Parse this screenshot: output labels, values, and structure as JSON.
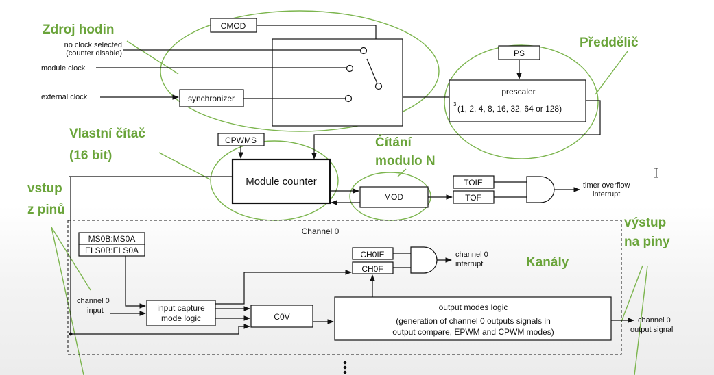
{
  "annotations": {
    "zdroj": "Zdroj hodin",
    "preddelic": "Předdělič",
    "vlastni_1": "Vlastní čítač",
    "vlastni_2": "(16 bit)",
    "citani_1": "Čítání",
    "citani_2": "modulo N",
    "vstup_1": "vstup",
    "vstup_2": "z pinů",
    "vystup_1": "výstup",
    "vystup_2": "na piny",
    "kanaly": "Kanály"
  },
  "clock_sources": {
    "no_clock_1": "no clock selected",
    "no_clock_2": "(counter disable)",
    "module_clock": "module clock",
    "external_clock": "external clock"
  },
  "blocks": {
    "cmod": "CMOD",
    "synchronizer": "synchronizer",
    "ps": "PS",
    "prescaler_title": "prescaler",
    "prescaler_sup": "3",
    "prescaler_values": "(1, 2, 4, 8, 16, 32, 64 or 128)",
    "cpwms": "CPWMS",
    "module_counter": "Module counter",
    "mod": "MOD",
    "toie": "TOIE",
    "tof": "TOF",
    "timer_overflow_1": "timer overflow",
    "timer_overflow_2": "interrupt"
  },
  "channel": {
    "title": "Channel 0",
    "ms": "MS0B:MS0A",
    "els": "ELS0B:ELS0A",
    "input_1": "channel 0",
    "input_2": "input",
    "capture_1": "input capture",
    "capture_2": "mode logic",
    "c0v": "C0V",
    "ch0ie": "CH0IE",
    "ch0f": "CH0F",
    "interrupt_1": "channel 0",
    "interrupt_2": "interrupt",
    "oml_title": "output modes logic",
    "oml_1": "(generation of channel 0 outputs signals in",
    "oml_2": "output compare, EPWM and CPWM modes)",
    "output_1": "channel 0",
    "output_2": "output signal"
  }
}
